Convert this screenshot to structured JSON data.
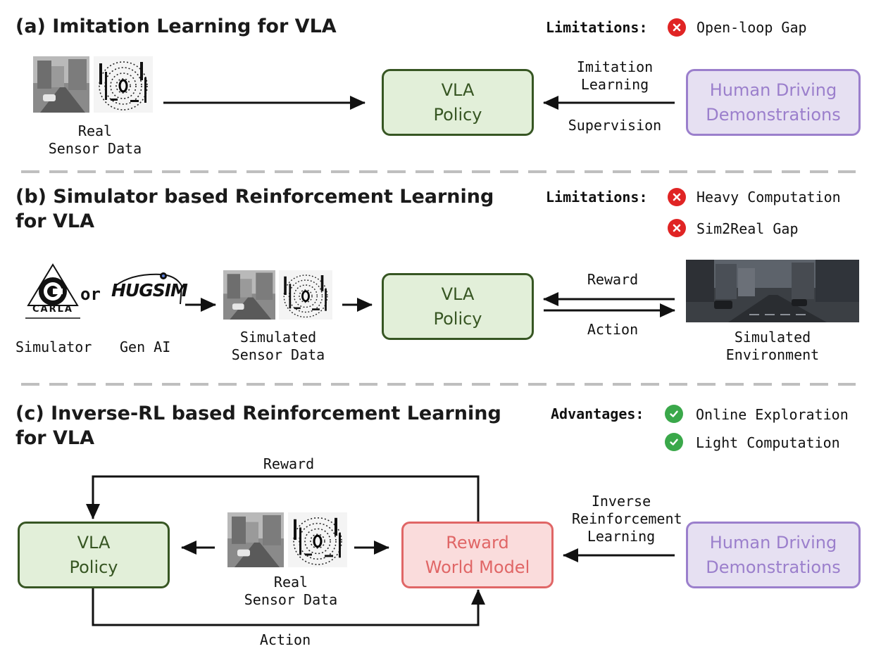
{
  "colors": {
    "policy_fill": "#e2efd9",
    "policy_border": "#375623",
    "policy_text": "#375623",
    "human_fill": "#e6e0f2",
    "human_border": "#9b7fcc",
    "human_text": "#9b7fcc",
    "reward_fill": "#fadcdc",
    "reward_border": "#e06666",
    "reward_text": "#e06666",
    "limitation_icon": "#e02424",
    "advantage_icon": "#3aa84a",
    "divider": "#bfbfbf",
    "arrow": "#111111"
  },
  "icons": {
    "limitation": "x-circle-icon",
    "advantage": "check-circle-icon"
  },
  "section_a": {
    "title": "(a) Imitation Learning for VLA",
    "limitations_label": "Limitations:",
    "limitations": [
      "Open-loop Gap"
    ],
    "sensor_label_line1": "Real",
    "sensor_label_line2": "Sensor Data",
    "policy_line1": "VLA",
    "policy_line2": "Policy",
    "arrow_label_line1": "Imitation",
    "arrow_label_line2": "Learning",
    "arrow_label_below": "Supervision",
    "human_line1": "Human Driving",
    "human_line2": "Demonstrations"
  },
  "section_b": {
    "title_line1": "(b) Simulator based Reinforcement Learning",
    "title_line2": "for VLA",
    "limitations_label": "Limitations:",
    "limitations": [
      "Heavy Computation",
      "Sim2Real Gap"
    ],
    "carla_logo_text": "CARLA",
    "or_text": "or",
    "hugsim_logo_text": "HUGSIM",
    "simulator_label": "Simulator",
    "genai_label": "Gen AI",
    "sensor_label_line1": "Simulated",
    "sensor_label_line2": "Sensor Data",
    "policy_line1": "VLA",
    "policy_line2": "Policy",
    "reward_label": "Reward",
    "action_label": "Action",
    "env_label_line1": "Simulated",
    "env_label_line2": "Environment"
  },
  "section_c": {
    "title_line1": "(c) Inverse-RL based Reinforcement Learning",
    "title_line2": "for VLA",
    "advantages_label": "Advantages:",
    "advantages": [
      "Online Exploration",
      "Light Computation"
    ],
    "loop_reward_label": "Reward",
    "loop_action_label": "Action",
    "policy_line1": "VLA",
    "policy_line2": "Policy",
    "sensor_label_line1": "Real",
    "sensor_label_line2": "Sensor Data",
    "rwm_line1": "Reward",
    "rwm_line2": "World Model",
    "irl_label_line1": "Inverse",
    "irl_label_line2": "Reinforcement",
    "irl_label_line3": "Learning",
    "human_line1": "Human Driving",
    "human_line2": "Demonstrations"
  }
}
